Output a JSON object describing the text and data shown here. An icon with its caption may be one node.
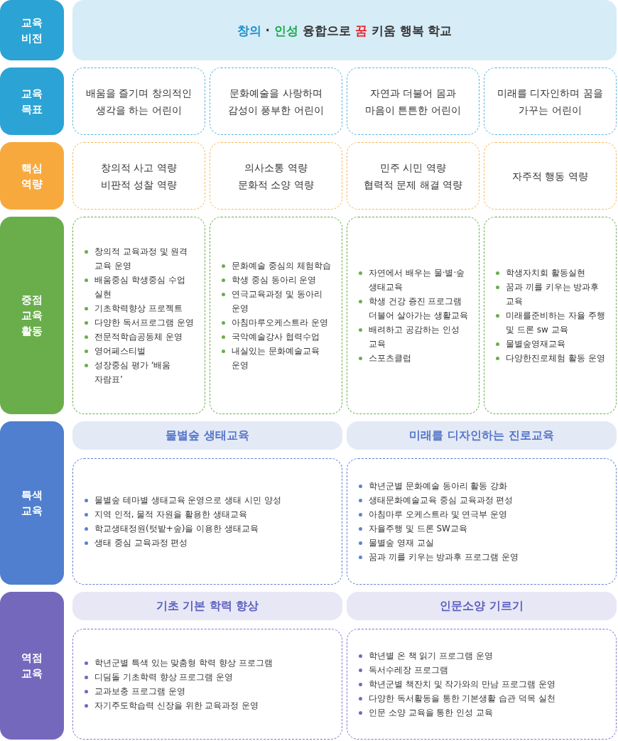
{
  "diagram": {
    "nodes": [
      {
        "text": [
          "교육 비전"
        ]
      },
      {
        "text": [
          "**창의** · **인성** 융합으로 **꿈** 키움 행복 학교"
        ]
      },
      {
        "text": [
          "교육 목표"
        ]
      },
      {
        "text": [
          "배움을 즐기며 창의적인 생각을 하는 어린이"
        ]
      },
      {
        "text": [
          "문화예술을 사랑하며 감성이 풍부한 어린이"
        ]
      },
      {
        "text": [
          "자연과 더불어 몸과 마음이 튼튼한 어린이"
        ]
      },
      {
        "text": [
          "미래를 디자인하며 꿈을 가꾸는 어린이"
        ]
      },
      {
        "text": [
          "핵심 역량"
        ]
      },
      {
        "text": [
          "창의적 사고 역량",
          "비판적 성찰 역량"
        ]
      },
      {
        "text": [
          "의사소통 역량",
          "문화적 소양 역량"
        ]
      },
      {
        "text": [
          "민주 시민 역량",
          "협력적 문제 해결 역량"
        ]
      },
      {
        "text": [
          "자주적 행동 역량"
        ]
      },
      {
        "text": [
          "중점 교육 활동"
        ]
      },
      {
        "text": [
          "창의적 교육과정 및 원격 교육 운영",
          "배움중심 학생중심 수업 실현",
          "기초학력향상 프로젝트",
          "다양한 독서프로그램 운영",
          "전문적학습공동체 운영",
          "영어페스티벌",
          "성장중심 평가 ‘배움 자람표’"
        ]
      },
      {
        "text": [
          "문화예술 중심의 체험학습",
          "학생 중심 동아리 운영",
          "연극교육과정 및 동아리 운영",
          "아침마루오케스트라 운영",
          "국악예술강사 협력수업",
          "내실있는 문화예술교육 운영"
        ]
      },
      {
        "text": [
          "자연에서 배우는 물·별·숲 생태교육",
          "학생 건강 증진 프로그램 더불어 살아가는 생활교육",
          "배려하고 공감하는 인성 교육",
          "스포츠클럽"
        ]
      },
      {
        "text": [
          "학생자치회 활동실현",
          "꿈과 끼를 키우는 방과후 교육",
          "미래를준비하는 자율 주행 및 드론 sw 교육",
          "물별숲영재교육",
          "다양한진로체험 활동 운영"
        ]
      },
      {
        "text": [
          "특색 교육"
        ]
      },
      {
        "text": [
          "물별숲 생태교육"
        ]
      },
      {
        "text": [
          "미래를 디자인하는 진로교육"
        ]
      },
      {
        "text": [
          "물별숲 테마별 생태교육 운영으로 생태 시민 양성",
          "지역 인적, 물적 자원을 활용한 생태교육",
          "학교생태정원(텃밭+숲)을 이용한 생태교육",
          "생태 중심 교육과정 편성"
        ]
      },
      {
        "text": [
          "학년군별 문화예술 동아리 활동 강화",
          "생태문화예술교육 중심 교육과정 편성",
          "아침마루 오케스트라 및 연극부 운영",
          "자율주행 및 드론 SW교육",
          "물별숲 영재 교실",
          "꿈과 끼를 키우는 방과후 프로그램 운영"
        ]
      },
      {
        "text": [
          "역점 교육"
        ]
      },
      {
        "text": [
          "기초 기본 학력 향상"
        ]
      },
      {
        "text": [
          "인문소양 기르기"
        ]
      },
      {
        "text": [
          "학년군별 특색 있는 맞춤형 학력 향상 프로그램",
          "디딤돌 기초학력 향상 프로그램 운영",
          "교과보충 프로그램 운영",
          "자기주도학습력 신장을 위한 교육과정 운영"
        ]
      },
      {
        "text": [
          "학년별 온 책 읽기 프로그램 운영",
          "독서수레장 프로그램",
          "학년군별 책잔치 및 작가와의 만남 프로그램 운영",
          "다양한 독서활동을 통한 기본생활 습관 덕목 실천",
          "인문 소양 교육을 통한 인성 교육"
        ]
      }
    ],
    "edges": []
  }
}
